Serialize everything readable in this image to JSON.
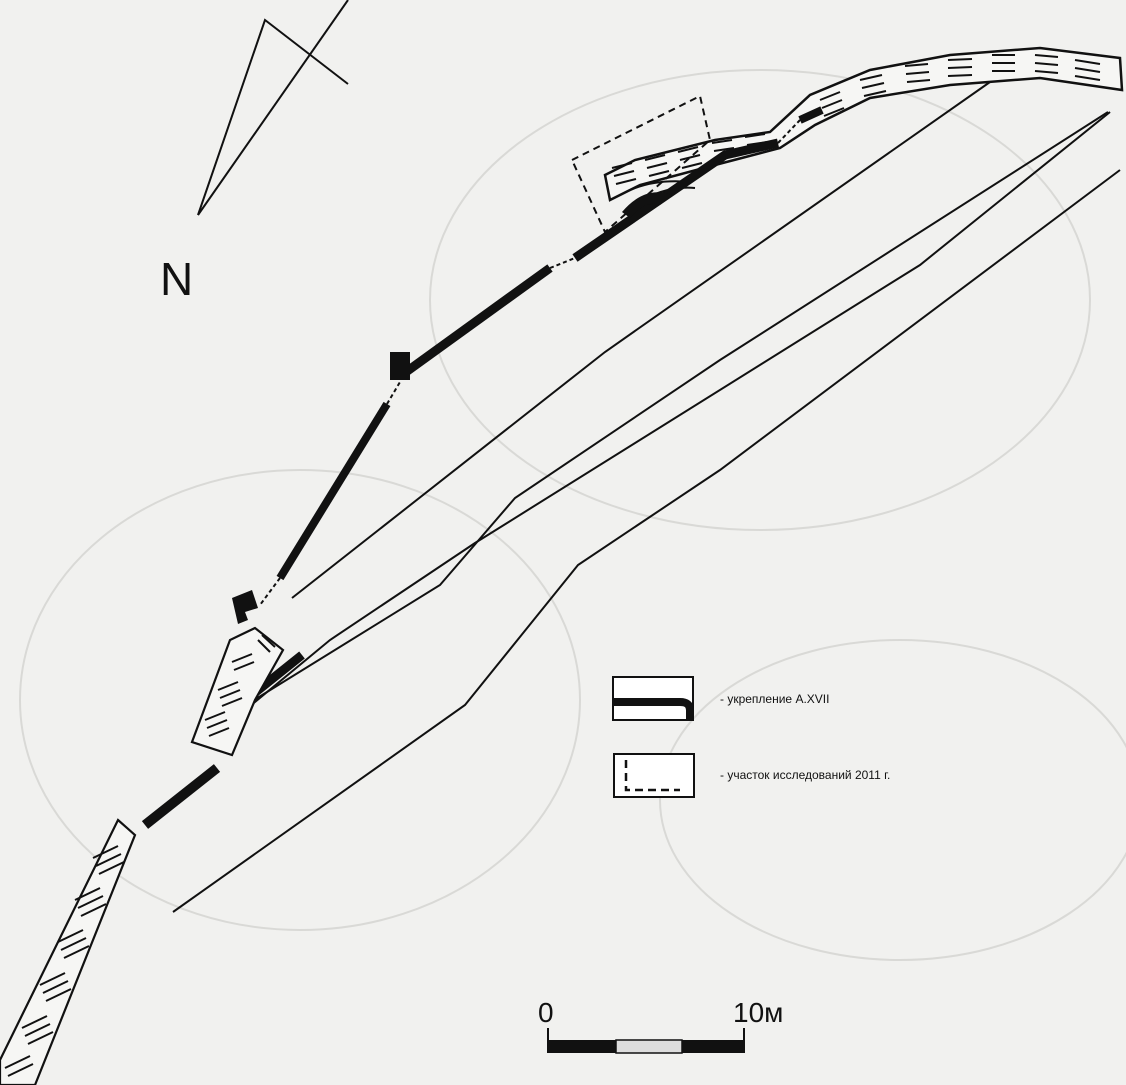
{
  "map": {
    "north_label": "N",
    "legend": [
      {
        "symbol": "solid-wall",
        "label": "- укрепление А.XVII"
      },
      {
        "symbol": "dashed-outline",
        "label": "- участок исследований 2011 г."
      }
    ],
    "scale_bar": {
      "start_label": "0",
      "end_label": "10м"
    },
    "colors": {
      "background": "#f1f1ef",
      "ink": "#111111"
    }
  }
}
